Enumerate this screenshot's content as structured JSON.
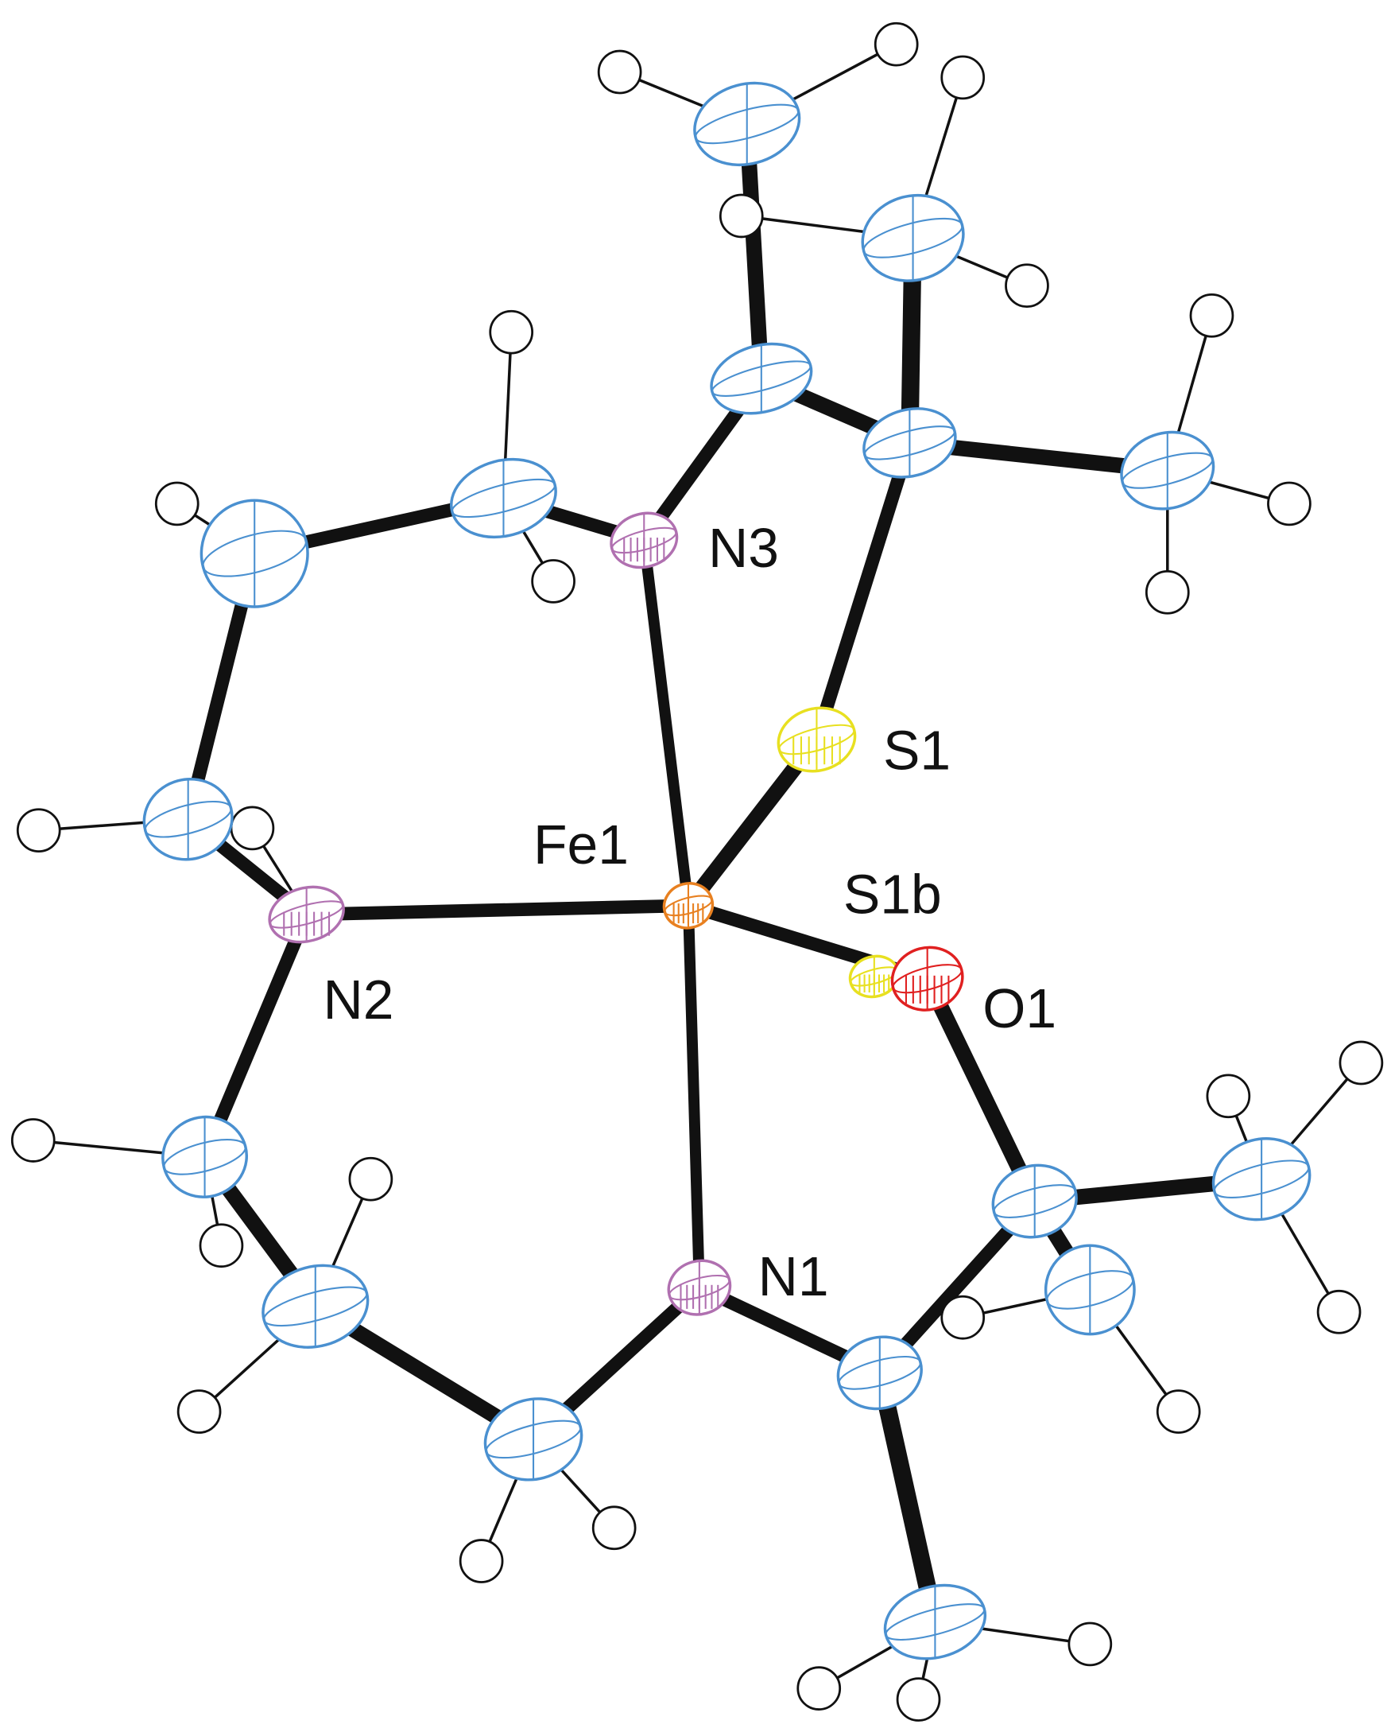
{
  "diagram": {
    "type": "ORTEP molecular structure",
    "atom_labels": {
      "fe1": "Fe1",
      "n1": "N1",
      "n2": "N2",
      "n3": "N3",
      "s1": "S1",
      "s1b": "S1b",
      "o1": "O1"
    },
    "colors": {
      "carbon": "#4a90d0",
      "nitrogen": "#b070b0",
      "iron": "#e88020",
      "sulfur": "#e8e020",
      "oxygen": "#e02020",
      "bond": "#111111"
    }
  }
}
